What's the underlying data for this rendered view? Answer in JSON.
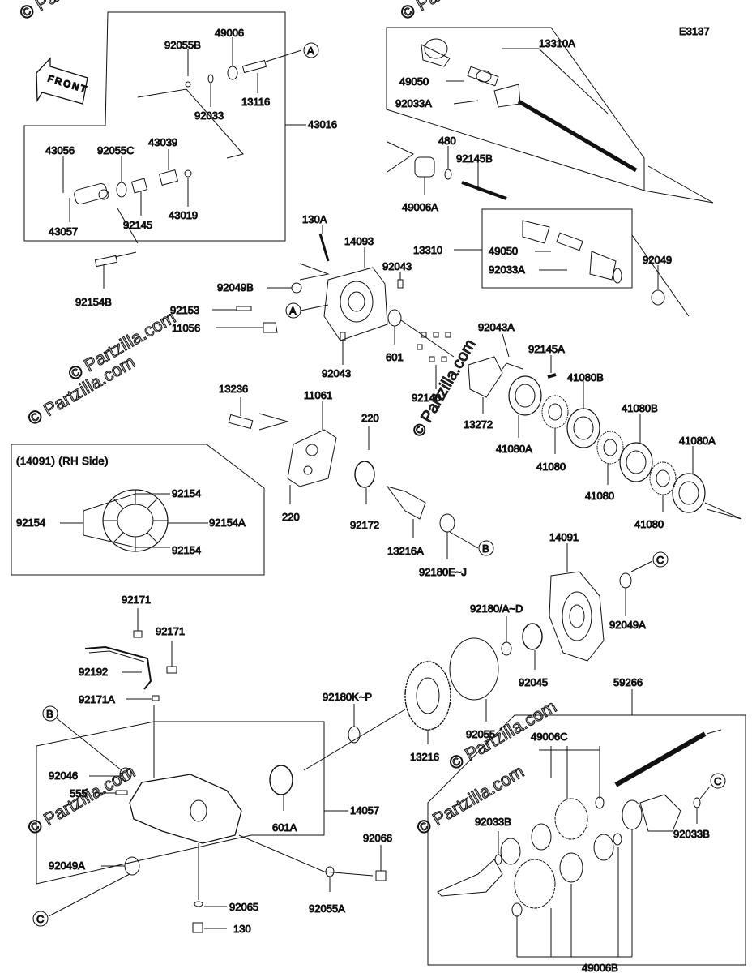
{
  "diagram_code": "E3137",
  "front_label": "FRONT",
  "watermarks": [
    "© Partzilla.com",
    "© Partzilla.com",
    "© Partzilla.com",
    "© Partzilla.com",
    "© Partzilla.com",
    "© Partzilla.com",
    "© Partzilla.com",
    "© Partzilla.com"
  ],
  "inset_title": "(14091) (RH Side)",
  "callouts": {
    "A": "A",
    "B": "B",
    "C": "C"
  },
  "parts": {
    "p92055B": "92055B",
    "p49006": "49006",
    "p92033": "92033",
    "p13116": "13116",
    "p43016": "43016",
    "p43056": "43056",
    "p92055C": "92055C",
    "p43039": "43039",
    "p43057": "43057",
    "p92145": "92145",
    "p43019": "43019",
    "p92154B": "92154B",
    "p13310A": "13310A",
    "p49050a": "49050",
    "p92033Aa": "92033A",
    "p480": "480",
    "p92145B": "92145B",
    "p49006A": "49006A",
    "p13310": "13310",
    "p49050b": "49050",
    "p92033Ab": "92033A",
    "p92049": "92049",
    "p130A": "130A",
    "p14093": "14093",
    "p92043a": "92043",
    "p92049B": "92049B",
    "p92153": "92153",
    "p11056": "11056",
    "p92043b": "92043",
    "p601": "601",
    "p92043A": "92043A",
    "p92145A": "92145A",
    "p92140": "92140",
    "p13272": "13272",
    "p41080B1": "41080B",
    "p41080B2": "41080B",
    "p41080A1": "41080A",
    "p41080A2": "41080A",
    "p41080a": "41080",
    "p41080b": "41080",
    "p41080c": "41080",
    "p13236": "13236",
    "p11061": "11061",
    "p220a": "220",
    "p220b": "220",
    "p92172": "92172",
    "p13216A": "13216A",
    "p92180EJ": "92180E~J",
    "p92154a": "92154",
    "p92154b": "92154",
    "p92154c": "92154",
    "p92154A": "92154A",
    "p14091": "14091",
    "p92049A1": "92049A",
    "p92180AD": "92180/A~D",
    "p92045": "92045",
    "p92171a": "92171",
    "p92171b": "92171",
    "p92192": "92192",
    "p92171A": "92171A",
    "p92180KP": "92180K~P",
    "p13216": "13216",
    "p92055": "92055",
    "p59266": "59266",
    "p49006C": "49006C",
    "p92046": "92046",
    "p555": "555",
    "p14057": "14057",
    "p601A": "601A",
    "p92066": "92066",
    "p92049A2": "92049A",
    "p92065": "92065",
    "p92055A": "92055A",
    "p130": "130",
    "p92033B1": "92033B",
    "p92033B2": "92033B",
    "p49006B": "49006B"
  }
}
